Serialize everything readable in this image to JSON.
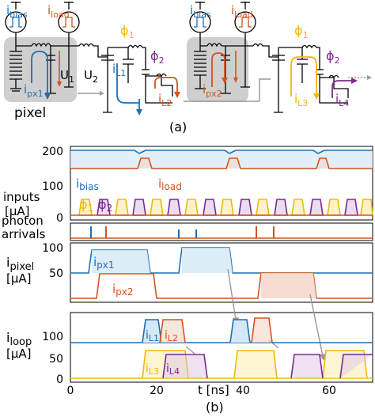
{
  "panel_a": {
    "caption": "(a)",
    "labels": {
      "i_bias": {
        "main": "i",
        "sub": "bias"
      },
      "i_load": {
        "main": "i",
        "sub": "load"
      },
      "i_px1": {
        "main": "i",
        "sub": "px1"
      },
      "i_px2": {
        "main": "i",
        "sub": "px2"
      },
      "U1": {
        "main": "U",
        "sub": "1"
      },
      "U2": {
        "main": "U",
        "sub": "2"
      },
      "phi1_left": {
        "main": "ϕ",
        "sub": "1"
      },
      "phi2_left": {
        "main": "ϕ",
        "sub": "2"
      },
      "phi1_right": {
        "main": "ϕ",
        "sub": "1"
      },
      "phi2_right": {
        "main": "ϕ",
        "sub": "2"
      },
      "iL1": {
        "main": "i",
        "sub": "L1"
      },
      "iL2": {
        "main": "i",
        "sub": "L2"
      },
      "iL3": {
        "main": "i",
        "sub": "L3"
      },
      "iL4": {
        "main": "i",
        "sub": "L4"
      },
      "pixel": "pixel"
    }
  },
  "panel_b": {
    "caption": "(b)",
    "row_labels": {
      "inputs": "inputs",
      "inputs_unit": "[μA]",
      "photon": "photon",
      "arrivals": "arrivals",
      "ipixel": {
        "main": "i",
        "sub": "pixel"
      },
      "ipixel_unit": "[μA]",
      "iloop": {
        "main": "i",
        "sub": "loop"
      },
      "iloop_unit": "[μA]"
    },
    "series_labels": {
      "ibias": {
        "main": "i",
        "sub": "bias"
      },
      "iload": {
        "main": "i",
        "sub": "load"
      },
      "phi1": {
        "main": "ϕ",
        "sub": "1"
      },
      "phi2": {
        "main": "ϕ",
        "sub": "2"
      },
      "ipx1": {
        "main": "i",
        "sub": "px1"
      },
      "ipx2": {
        "main": "i",
        "sub": "px2"
      },
      "iL1": {
        "main": "i",
        "sub": "L1"
      },
      "iL2": {
        "main": "i",
        "sub": "L2"
      },
      "iL3": {
        "main": "i",
        "sub": "L3"
      },
      "iL4": {
        "main": "i",
        "sub": "L4"
      }
    },
    "y_ticks": {
      "inputs": [
        "200",
        "100",
        "0"
      ],
      "pixel": [
        "100",
        "50"
      ],
      "loop_top": [
        "100"
      ],
      "loop_bottom": [
        "50",
        "0"
      ]
    },
    "x_ticks": [
      "0",
      "20",
      "40",
      "60"
    ],
    "x_label": "t [ns]"
  },
  "colors": {
    "blue": "#1f6fb4",
    "orange": "#d4541c",
    "yellow": "#f0b90b",
    "purple": "#7b2a8e",
    "gray": "#9a9a9a",
    "pixel_bg": "#cfcfcf"
  }
}
